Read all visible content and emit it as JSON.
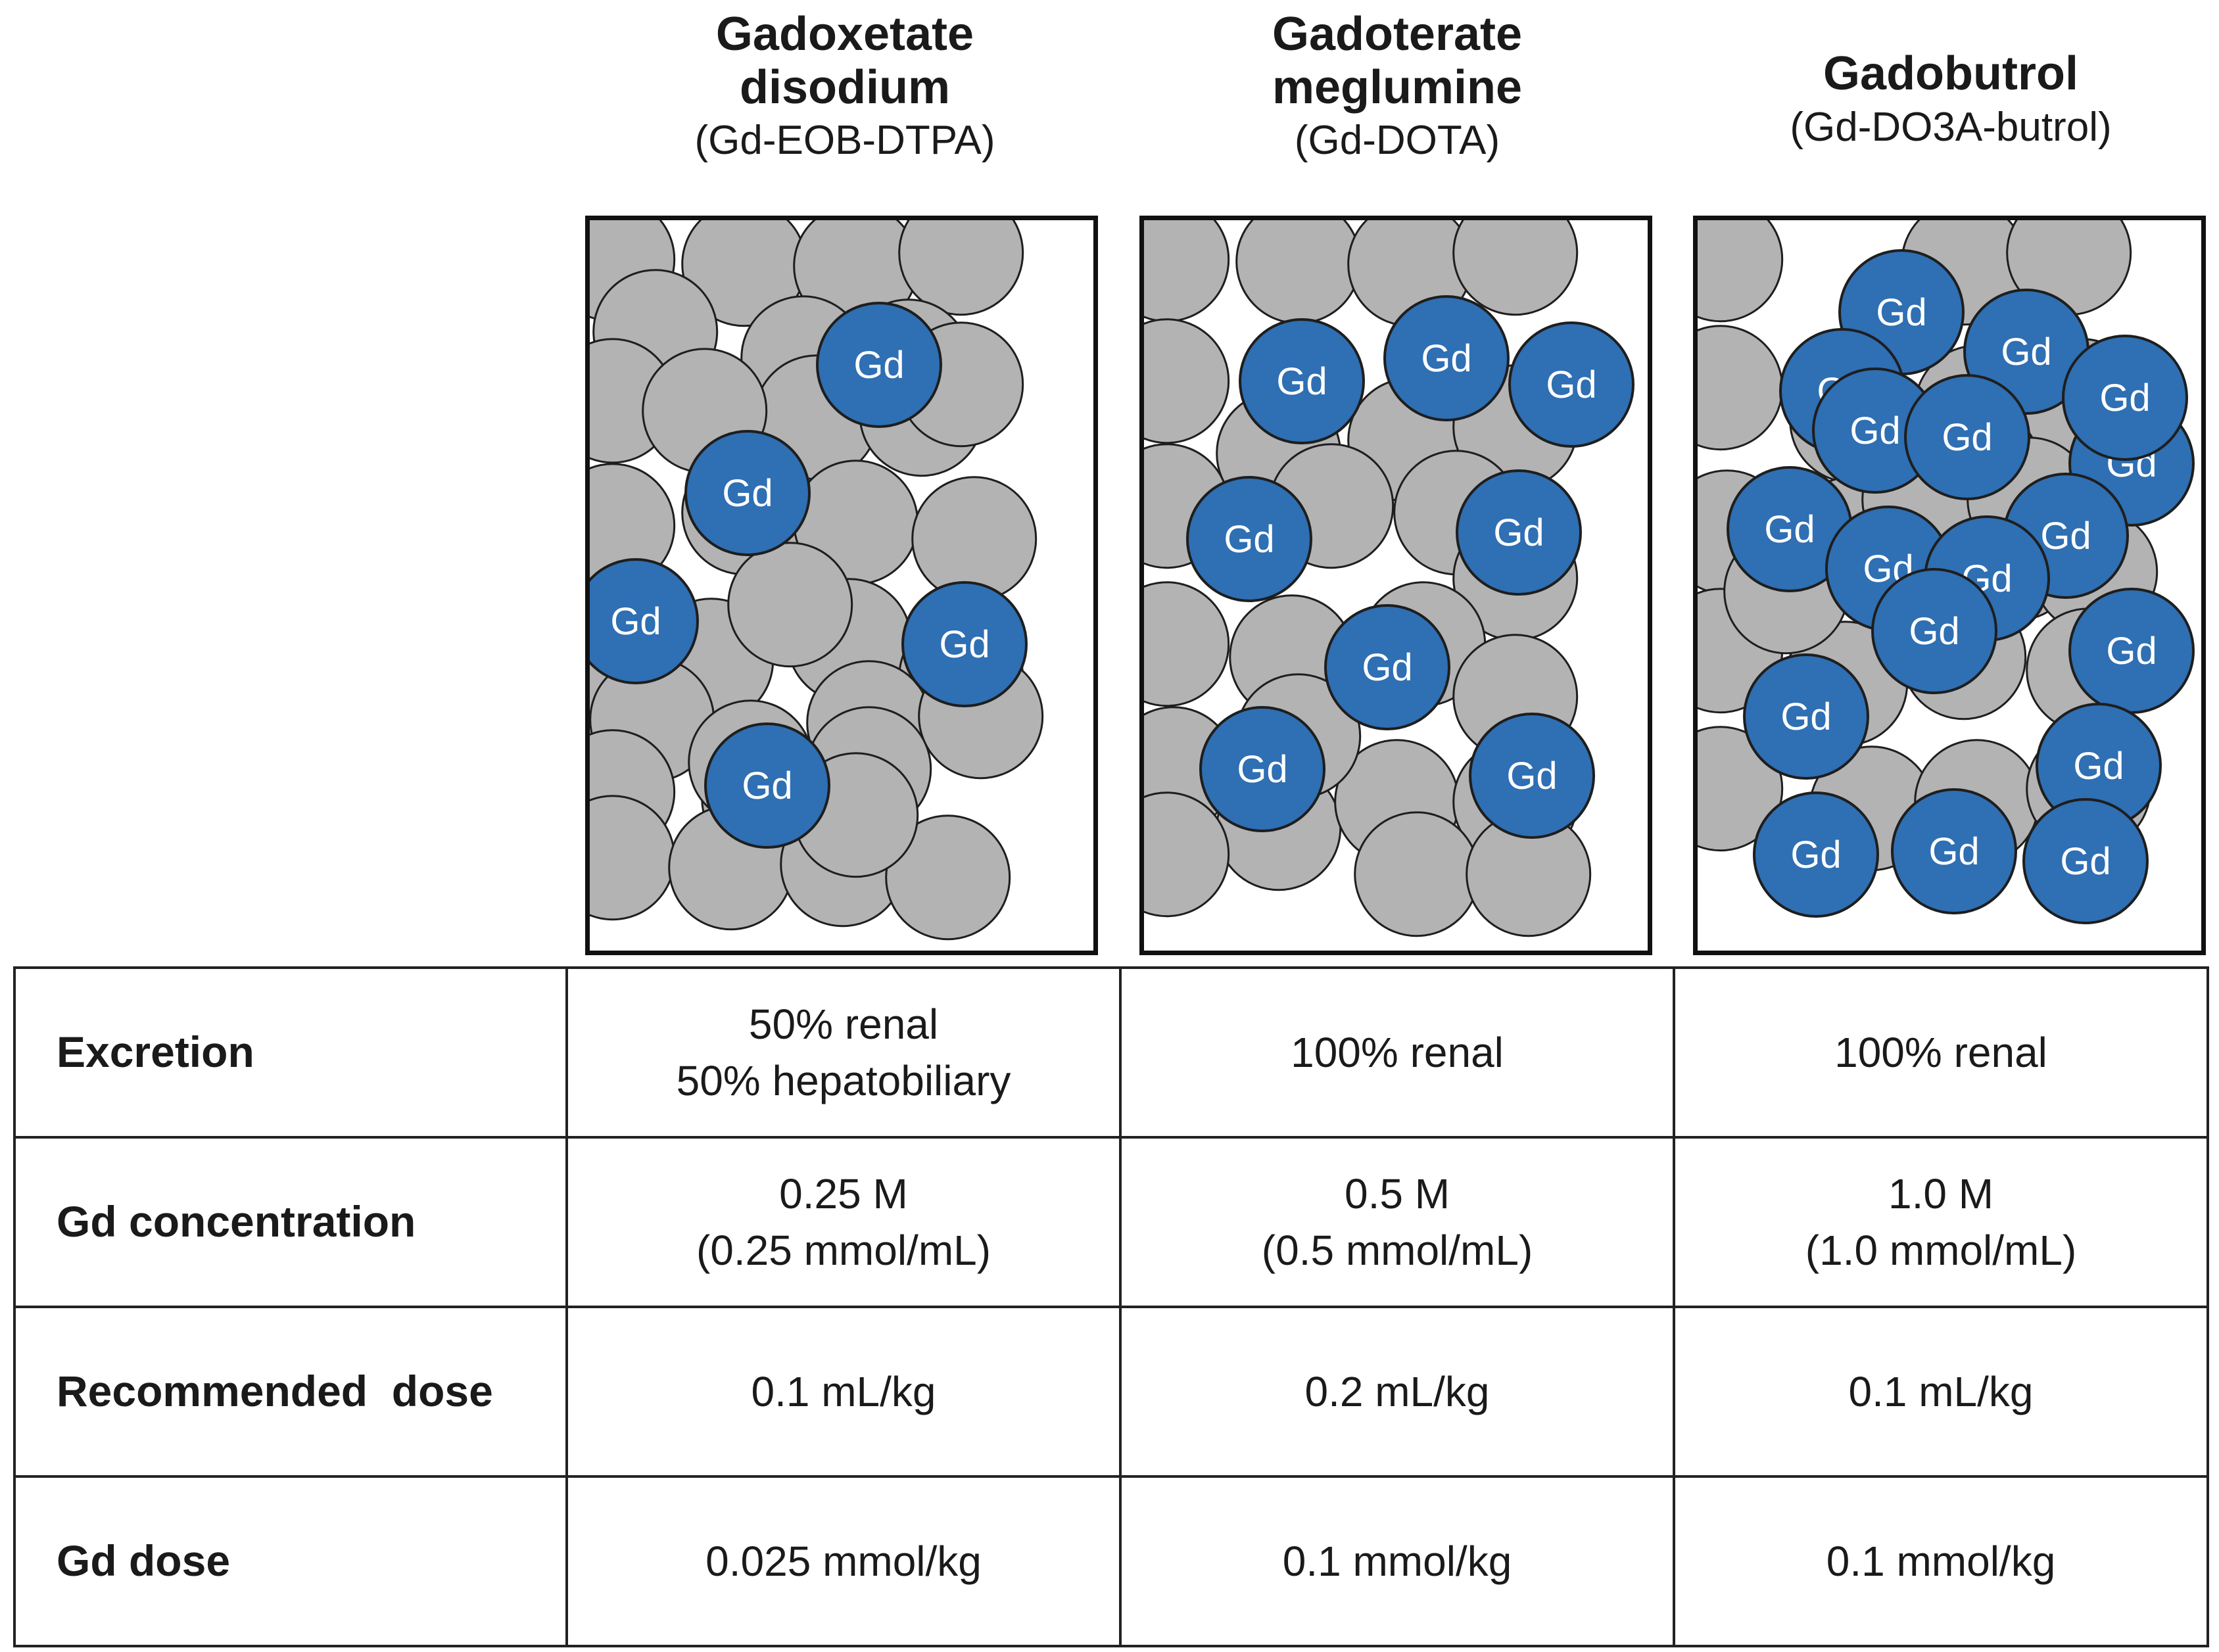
{
  "agents": [
    {
      "name_lines": [
        "Gadoxetate",
        "disodium"
      ],
      "abbr": "(Gd-EOB-DTPA)"
    },
    {
      "name_lines": [
        "Gadoterate",
        "meglumine"
      ],
      "abbr": "(Gd-DOTA)"
    },
    {
      "name_lines": [
        "Gadobutrol"
      ],
      "abbr": "(Gd-DO3A-butrol)"
    }
  ],
  "particle_label": "Gd",
  "colors": {
    "gd_particle": "#2f6fb3",
    "background_particle": "#b3b3b3",
    "outline": "#1e1e1e"
  },
  "gd_particle_counts": [
    5,
    8,
    18
  ],
  "table": {
    "rows": [
      {
        "label": "Excretion",
        "cells": [
          [
            "50% renal",
            "50% hepatobiliary"
          ],
          [
            "100% renal"
          ],
          [
            "100% renal"
          ]
        ]
      },
      {
        "label": "Gd concentration",
        "cells": [
          [
            "0.25 M",
            "(0.25 mmol/mL)"
          ],
          [
            "0.5 M",
            "(0.5 mmol/mL)"
          ],
          [
            "1.0 M",
            "(1.0 mmol/mL)"
          ]
        ]
      },
      {
        "label": "Recommended  dose",
        "cells": [
          [
            "0.1 mL/kg"
          ],
          [
            "0.2 mL/kg"
          ],
          [
            "0.1 mL/kg"
          ]
        ]
      },
      {
        "label": "Gd dose",
        "cells": [
          [
            "0.025 mmol/kg"
          ],
          [
            "0.1 mmol/kg"
          ],
          [
            "0.1 mmol/kg"
          ]
        ]
      }
    ]
  }
}
